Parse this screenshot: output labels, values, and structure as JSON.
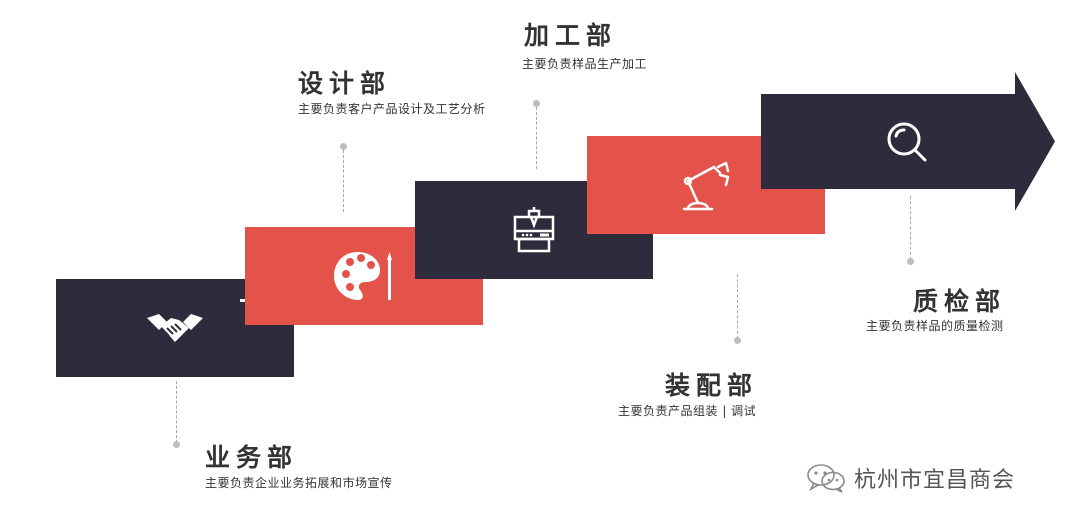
{
  "departments": [
    {
      "id": "business",
      "title": "业务部",
      "desc": "主要负责企业业务拓展和市场宣传",
      "icon": "handshake-icon",
      "color": "#2e2c3c"
    },
    {
      "id": "design",
      "title": "设计部",
      "desc": "主要负责客户产品设计及工艺分析",
      "icon": "palette-icon",
      "color": "#e4534a"
    },
    {
      "id": "processing",
      "title": "加工部",
      "desc": "主要负责样品生产加工",
      "icon": "machine-icon",
      "color": "#2e2c3c"
    },
    {
      "id": "assembly",
      "title": "装配部",
      "desc": "主要负责产品组装 | 调试",
      "icon": "robot-arm-icon",
      "color": "#e4534a"
    },
    {
      "id": "qc",
      "title": "质检部",
      "desc": "主要负责样品的质量检测",
      "icon": "magnifier-icon",
      "color": "#2e2c3c"
    }
  ],
  "watermark": {
    "text": "杭州市宜昌商会",
    "icon": "wechat-icon"
  }
}
